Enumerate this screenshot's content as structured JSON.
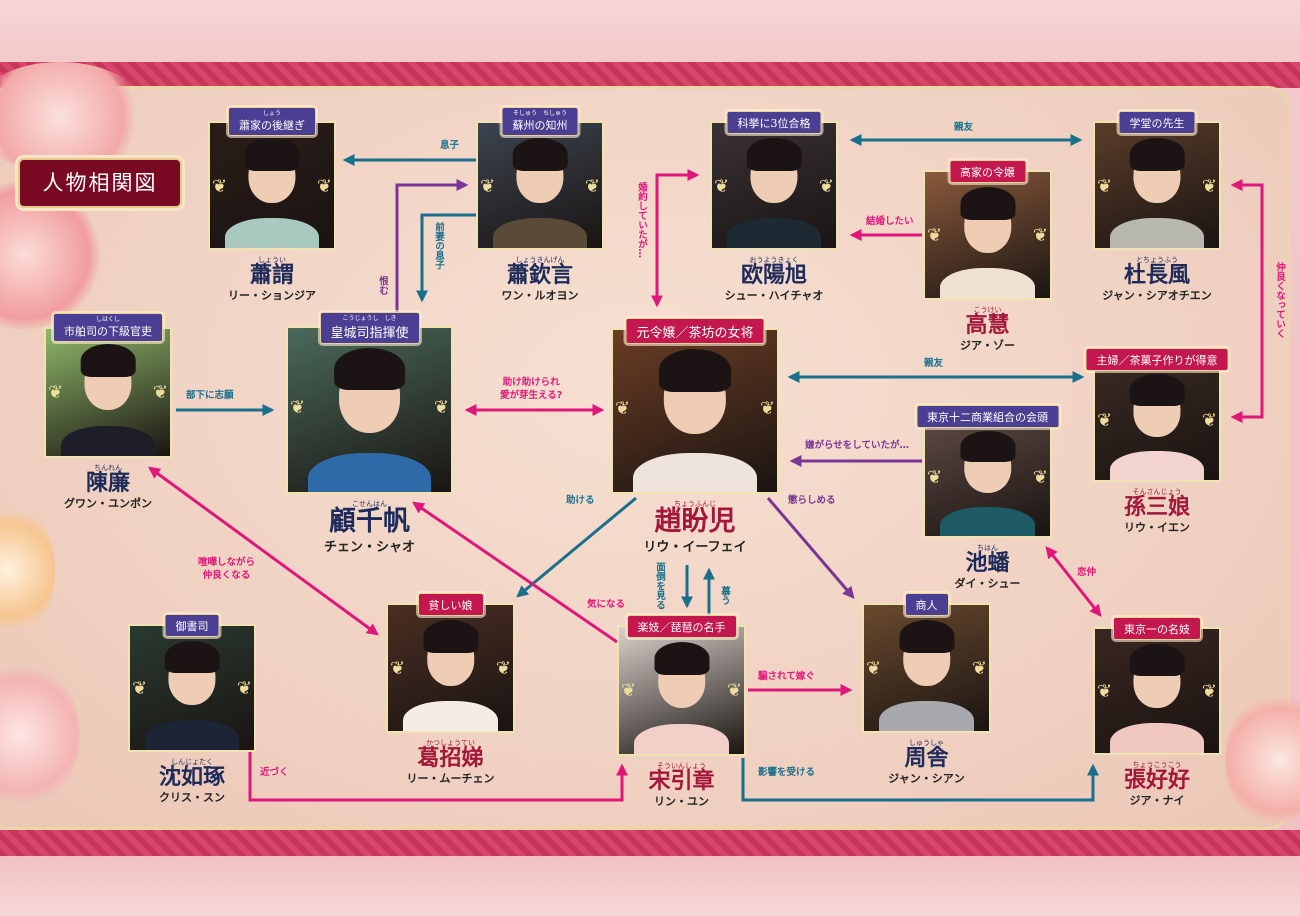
{
  "title": "人物相関図",
  "colors": {
    "teal": "#196f8c",
    "magenta": "#e0177a",
    "purple": "#7a3596",
    "male_badge": "#4b3f93",
    "female_badge": "#c3174d",
    "male_name": "#1d2a5a",
    "female_name": "#a3173a"
  },
  "characters": [
    {
      "badge": "蕭家の後継ぎ",
      "badge_ruby": "しょう",
      "ruby": "しょうい",
      "name": "蕭謂",
      "actor": "リー・ションジア",
      "gender": "male"
    },
    {
      "badge": "蘇州の知州",
      "badge_ruby": "そしゅう　ちしゅう",
      "ruby": "しょうきんげん",
      "name": "蕭欽言",
      "actor": "ワン・ルオヨン",
      "gender": "male"
    },
    {
      "badge": "科挙に3位合格",
      "badge_ruby": "",
      "ruby": "おうようきょく",
      "name": "欧陽旭",
      "actor": "シュー・ハイチャオ",
      "gender": "male"
    },
    {
      "badge": "高家の令嬢",
      "badge_ruby": "",
      "ruby": "こうけい",
      "name": "高慧",
      "actor": "ジア・ゾー",
      "gender": "female"
    },
    {
      "badge": "学堂の先生",
      "badge_ruby": "",
      "ruby": "とちょうふう",
      "name": "杜長風",
      "actor": "ジャン・シアオチエン",
      "gender": "male"
    },
    {
      "badge": "市舶司の下級官吏",
      "badge_ruby": "しはくし",
      "ruby": "ちんれん",
      "name": "陳廉",
      "actor": "グワン・ユンポン",
      "gender": "male"
    },
    {
      "badge": "皇城司指揮使",
      "badge_ruby": "こうじょうし　しき",
      "ruby": "こせんはん",
      "name": "顧千帆",
      "actor": "チェン・シャオ",
      "gender": "male"
    },
    {
      "badge": "元令嬢／茶坊の女将",
      "badge_ruby": "",
      "ruby": "ちょうふんじ",
      "name": "趙盼児",
      "actor": "リウ・イーフェイ",
      "gender": "female"
    },
    {
      "badge": "主婦／茶菓子作りが得意",
      "badge_ruby": "",
      "ruby": "そんさんじょう",
      "name": "孫三娘",
      "actor": "リウ・イエン",
      "gender": "female"
    },
    {
      "badge": "東京十二商業組合の会頭",
      "badge_ruby": "",
      "ruby": "ちはん",
      "name": "池蟠",
      "actor": "ダイ・シュー",
      "gender": "male"
    },
    {
      "badge": "御書司",
      "badge_ruby": "",
      "ruby": "しんじょたく",
      "name": "沈如琢",
      "actor": "クリス・スン",
      "gender": "male"
    },
    {
      "badge": "貧しい娘",
      "badge_ruby": "",
      "ruby": "かつしょうてい",
      "name": "葛招娣",
      "actor": "リー・ムーチェン",
      "gender": "female"
    },
    {
      "badge": "楽妓／琵琶の名手",
      "badge_ruby": "",
      "ruby": "そういんしょう",
      "name": "宋引章",
      "actor": "リン・ユン",
      "gender": "female"
    },
    {
      "badge": "商人",
      "badge_ruby": "",
      "ruby": "しゅうしゃ",
      "name": "周舎",
      "actor": "ジャン・シアン",
      "gender": "male"
    },
    {
      "badge": "東京一の名妓",
      "badge_ruby": "",
      "ruby": "ちょうこうこう",
      "name": "張好好",
      "actor": "ジア・ナイ",
      "gender": "female"
    }
  ],
  "relations": [
    {
      "label": "息子"
    },
    {
      "label": "前妻の息子"
    },
    {
      "label": "恨む"
    },
    {
      "label": "婚約していたが…"
    },
    {
      "label": "親友"
    },
    {
      "label": "結婚したい"
    },
    {
      "label": "仲良くなっていく"
    },
    {
      "label": "部下に志願"
    },
    {
      "label": "助け助けられ\n愛が芽生える?"
    },
    {
      "label": "親友"
    },
    {
      "label": "嫌がらせをしていたが…"
    },
    {
      "label": "助ける"
    },
    {
      "label": "懲らしめる"
    },
    {
      "label": "喧嘩しながら\n仲良くなる"
    },
    {
      "label": "気になる"
    },
    {
      "label": "面倒を見る"
    },
    {
      "label": "慕う"
    },
    {
      "label": "騙されて嫁ぐ"
    },
    {
      "label": "恋仲"
    },
    {
      "label": "近づく"
    },
    {
      "label": "影響を受ける"
    }
  ]
}
